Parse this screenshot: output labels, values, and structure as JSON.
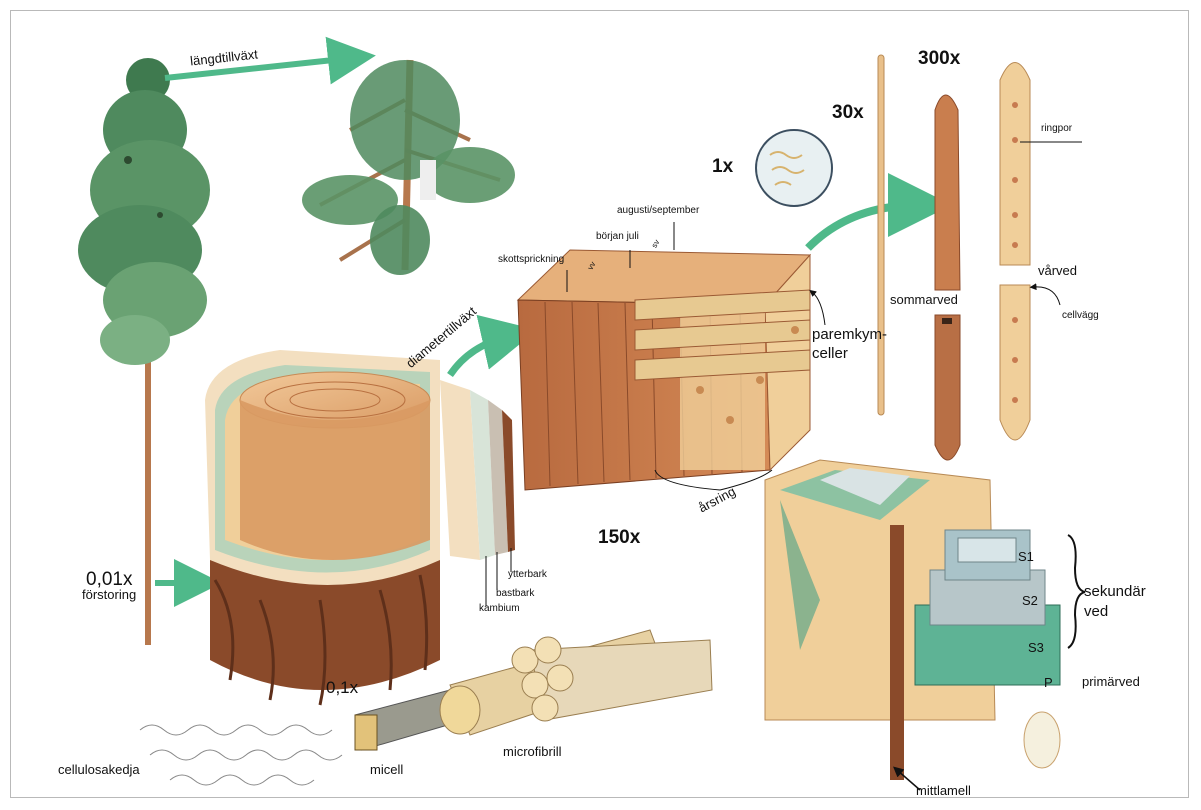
{
  "labels": {
    "langdtillvaxt": "längdtillväxt",
    "diametertillvaxt": "diametertillväxt",
    "forstoring_001": "0,01x",
    "forstoring_word": "förstoring",
    "mag_01": "0,1x",
    "ytterbark": "ytterbark",
    "bastbark": "bastbark",
    "kambium": "kambium",
    "mag_150": "150x",
    "skottsprickning": "skottsprickning",
    "borjan_juli": "början juli",
    "augusti_september": "augusti/september",
    "vv": "vv",
    "sv": "sv",
    "arsring": "årsring",
    "paremkym": "paremkym-",
    "celler": "celler",
    "mag_1": "1x",
    "mag_30": "30x",
    "mag_300": "300x",
    "ringpor": "ringpor",
    "varved": "vårved",
    "sommarved": "sommarved",
    "cellvagg": "cellvägg",
    "s1": "S1",
    "s2": "S2",
    "s3": "S3",
    "p": "P",
    "sekundar": "sekundär",
    "ved": "ved",
    "primarved": "primärved",
    "mittlamell": "mittlamell",
    "cellulosakedja": "cellulosakedja",
    "micell": "micell",
    "microfibrill": "microfibrill"
  },
  "colors": {
    "arrow_green": "#4fb98a",
    "wood_light": "#f0cf9a",
    "wood_mid": "#d99a63",
    "wood_dark": "#a9603a",
    "bark": "#8a4a2a",
    "needle": "#4f8a5e",
    "cell_wall_blue": "#a9c3c9",
    "cell_wall_teal": "#69b8a0"
  }
}
